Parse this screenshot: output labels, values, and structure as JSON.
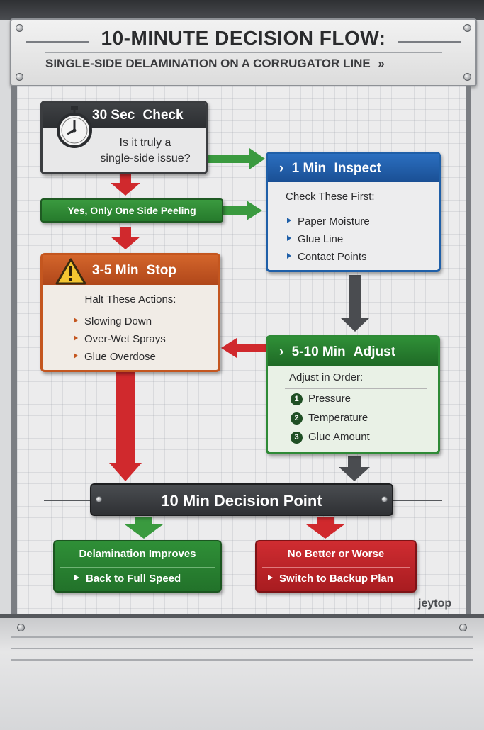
{
  "header": {
    "title": "10-MINUTE DECISION FLOW:",
    "subtitle": "SINGLE-SIDE DELAMINATION ON A CORRUGATOR LINE",
    "subtitle_chevron": "»"
  },
  "check": {
    "time": "30 Sec",
    "label": "Check",
    "line1": "Is it truly a",
    "line2": "single-side issue?"
  },
  "yes_bar": {
    "label": "Yes, Only One Side Peeling"
  },
  "inspect": {
    "chevron": "›",
    "time": "1 Min",
    "label": "Inspect",
    "subhead": "Check These First:",
    "items": [
      "Paper Moisture",
      "Glue Line",
      "Contact Points"
    ]
  },
  "stop": {
    "time": "3-5 Min",
    "label": "Stop",
    "subhead": "Halt These Actions:",
    "items": [
      "Slowing Down",
      "Over-Wet Sprays",
      "Glue Overdose"
    ]
  },
  "adjust": {
    "chevron": "›",
    "time": "5-10 Min",
    "label": "Adjust",
    "subhead": "Adjust in Order:",
    "items": [
      {
        "num": "1",
        "label": "Pressure"
      },
      {
        "num": "2",
        "label": "Temperature"
      },
      {
        "num": "3",
        "label": "Glue Amount"
      }
    ]
  },
  "decision": {
    "label": "10 Min Decision Point"
  },
  "improves": {
    "title": "Delamination Improves",
    "action": "Back to Full Speed"
  },
  "worse": {
    "title": "No Better or Worse",
    "action": "Switch to Backup Plan"
  },
  "watermark": "jeytop",
  "colors": {
    "green": "#2e8a36",
    "blue": "#1f5fa8",
    "orange": "#c4561f",
    "red": "#c8262b",
    "dark": "#3a3c3f"
  },
  "icons": {
    "check": "stopwatch-icon",
    "stop": "warning-icon",
    "items": "triangle-bullet-icon"
  }
}
